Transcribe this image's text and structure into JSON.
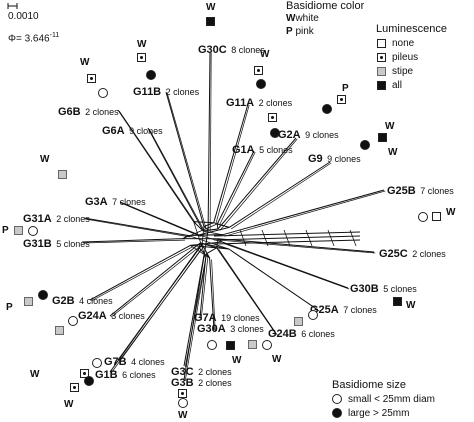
{
  "scale": {
    "value": "0.0010",
    "phi": "Φ= 3.646",
    "phi_exp": "-11"
  },
  "legend_color": {
    "title": "Basidiome color",
    "items": [
      {
        "key": "W",
        "text": "white"
      },
      {
        "key": "P",
        "text": "pink"
      }
    ]
  },
  "legend_luminescence": {
    "title": "Luminescence",
    "items": [
      {
        "symbol": "none",
        "text": "none"
      },
      {
        "symbol": "pileus",
        "text": "pileus"
      },
      {
        "symbol": "stipe",
        "text": "stipe"
      },
      {
        "symbol": "all",
        "text": "all"
      }
    ]
  },
  "legend_size": {
    "title": "Basidiome size",
    "items": [
      {
        "symbol": "small",
        "text": "small < 25mm diam"
      },
      {
        "symbol": "large",
        "text": "large > 25mm"
      }
    ]
  },
  "taxa": [
    {
      "name": "G30C",
      "clones": "8 clones",
      "color": "W",
      "luminescence": "all",
      "size": null
    },
    {
      "name": "G11B",
      "clones": "2 clones",
      "color": "W",
      "luminescence": "pileus",
      "size": "large"
    },
    {
      "name": "G11A",
      "clones": "2 clones",
      "color": "W",
      "luminescence": "pileus",
      "size": "large"
    },
    {
      "name": "G6B",
      "clones": "2 clones",
      "color": "W",
      "luminescence": "pileus",
      "size": "small"
    },
    {
      "name": "G6A",
      "clones": "9 clones",
      "color": null,
      "luminescence": null,
      "size": null
    },
    {
      "name": "G2A",
      "clones": "9 clones",
      "color": "P",
      "luminescence": "pileus",
      "size": "large"
    },
    {
      "name": "G1A",
      "clones": "5 clones",
      "color": "W",
      "luminescence": "pileus",
      "size": "large"
    },
    {
      "name": "G9",
      "clones": "9 clones",
      "color": "W",
      "luminescence": "all",
      "size": "large"
    },
    {
      "name": "G3A",
      "clones": "7 clones",
      "color": "W",
      "luminescence": "stipe",
      "size": null
    },
    {
      "name": "G25B",
      "clones": "7 clones",
      "color": "W",
      "luminescence": "none",
      "size": "small"
    },
    {
      "name": "G31A",
      "clones": "2 clones",
      "color": "P",
      "luminescence": "stipe",
      "size": "small"
    },
    {
      "name": "G31B",
      "clones": "5 clones",
      "color": null,
      "luminescence": null,
      "size": null
    },
    {
      "name": "G25C",
      "clones": "2 clones",
      "color": null,
      "luminescence": null,
      "size": null
    },
    {
      "name": "G30B",
      "clones": "5 clones",
      "color": "W",
      "luminescence": "all",
      "size": null
    },
    {
      "name": "G2B",
      "clones": "4 clones",
      "color": "P",
      "luminescence": "stipe",
      "size": "large"
    },
    {
      "name": "G25A",
      "clones": "7 clones",
      "color": null,
      "luminescence": "stipe",
      "size": "small"
    },
    {
      "name": "G24A",
      "clones": "3 clones",
      "color": null,
      "luminescence": "stipe",
      "size": "small"
    },
    {
      "name": "G24B",
      "clones": "6 clones",
      "color": "W",
      "luminescence": "stipe",
      "size": "small"
    },
    {
      "name": "G7A",
      "clones": "19 clones",
      "color": null,
      "luminescence": null,
      "size": null
    },
    {
      "name": "G30A",
      "clones": "3 clones",
      "color": "W",
      "luminescence": "all",
      "size": "small"
    },
    {
      "name": "G7B",
      "clones": "4 clones",
      "color": "W",
      "luminescence": "pileus",
      "size": "small"
    },
    {
      "name": "G1B",
      "clones": "6 clones",
      "color": "W",
      "luminescence": "pileus",
      "size": "large"
    },
    {
      "name": "G3C",
      "clones": "2 clones",
      "color": "W",
      "luminescence": "pileus",
      "size": "small"
    },
    {
      "name": "G3B",
      "clones": "2 clones",
      "color": null,
      "luminescence": null,
      "size": null
    }
  ]
}
